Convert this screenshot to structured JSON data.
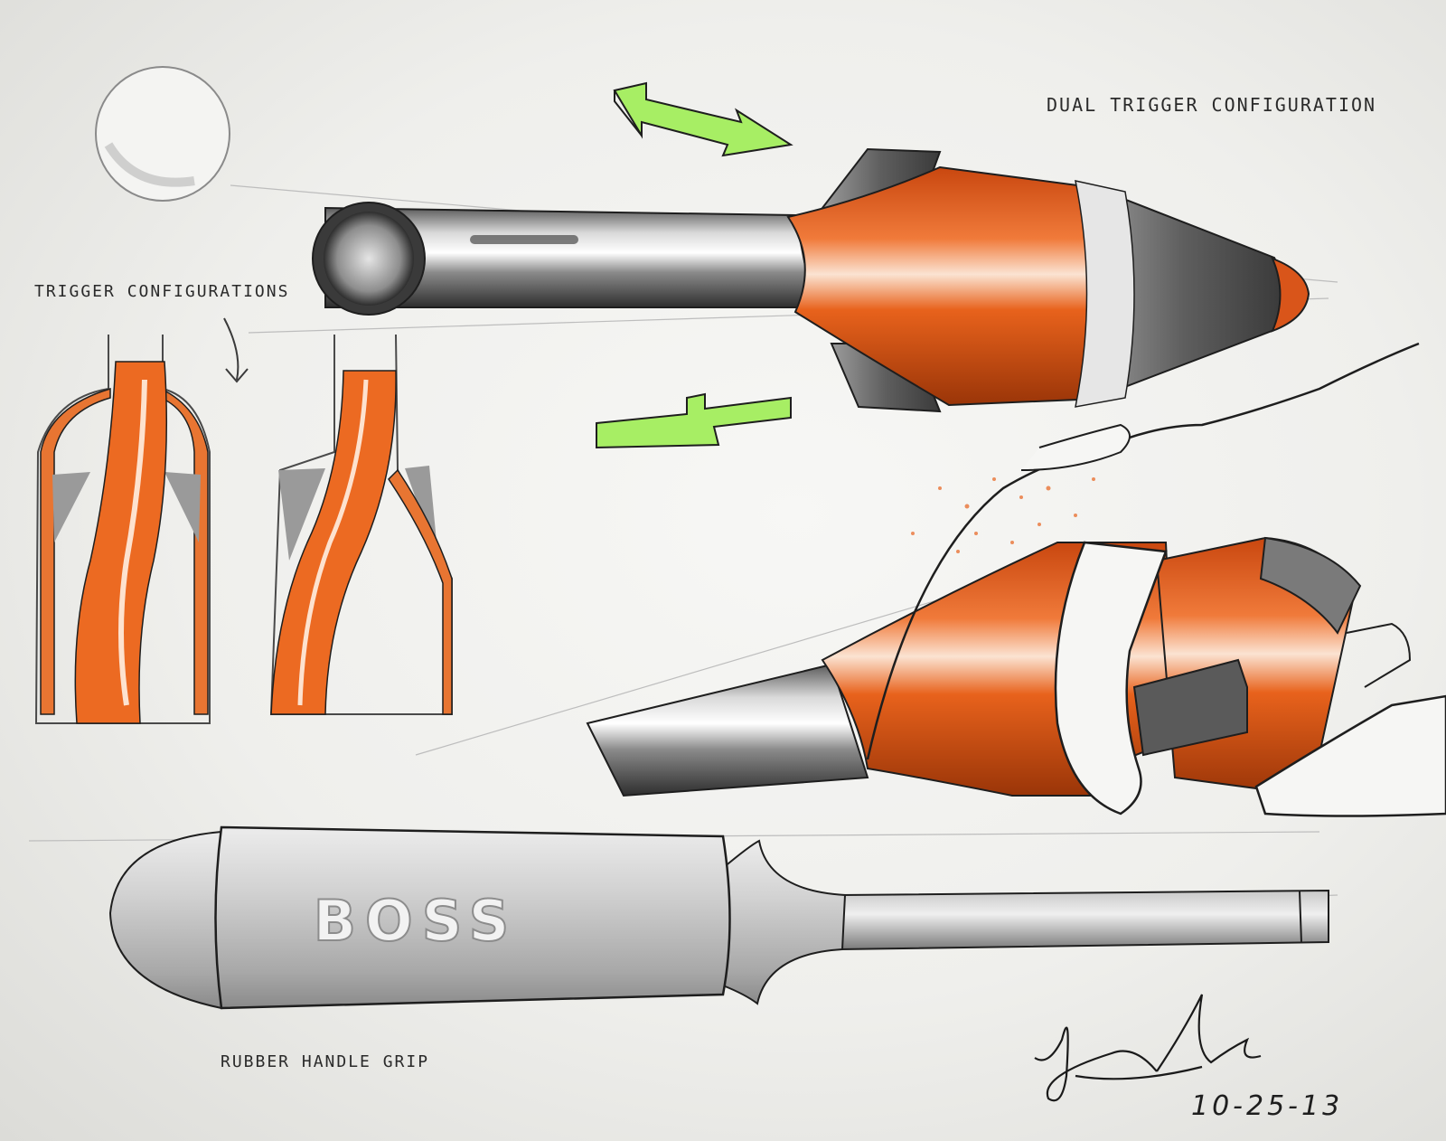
{
  "labels": {
    "dual_trigger": "Dual Trigger Configuration",
    "trigger_configs": "Trigger Configurations",
    "rubber_grip": "Rubber Handle Grip",
    "date": "10-25-13"
  },
  "handle_text": "BOSS",
  "signature_text": "signature",
  "colors": {
    "paper": "#f3f3f1",
    "orange": "#e8621c",
    "orange_dark": "#b8410c",
    "chrome": "#9a9a9a",
    "chrome_dark": "#3b3b3b",
    "green_arrow": "#9ee85a",
    "ink": "#1e1e1e"
  }
}
